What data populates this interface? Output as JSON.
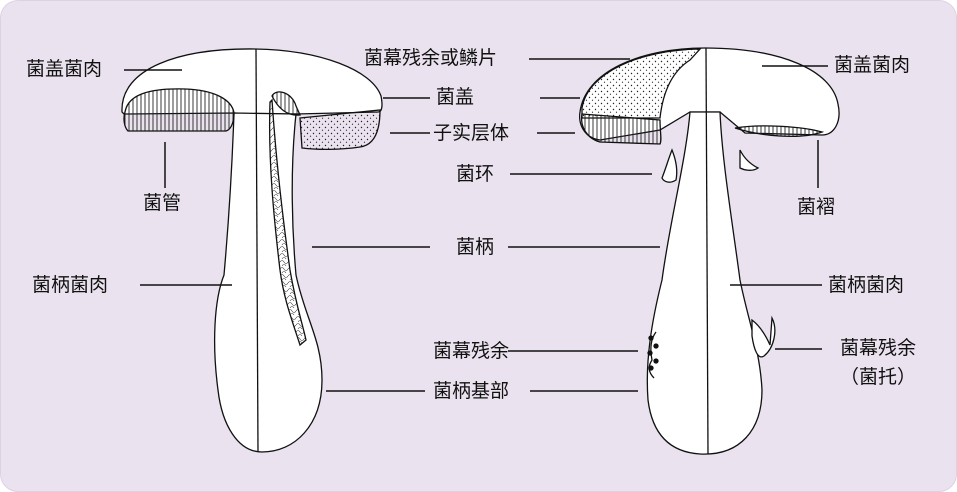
{
  "left": {
    "cap_flesh": "菌盖菌肉",
    "tubes": "菌管",
    "stem_flesh": "菌柄菌肉"
  },
  "center": {
    "veil_scales": "菌幕残余或鳞片",
    "cap": "菌盖",
    "hymenium": "子实层体",
    "ring": "菌环",
    "stem": "菌柄",
    "veil_remnant": "菌幕残余",
    "stem_base": "菌柄基部"
  },
  "right": {
    "cap_flesh": "菌盖菌肉",
    "gills": "菌褶",
    "stem_flesh": "菌柄菌肉",
    "volva_line1": "菌幕残余",
    "volva_line2": "（菌托）"
  },
  "colors": {
    "background": "#eae3ef",
    "ink": "#111111",
    "fill": "#ffffff"
  }
}
